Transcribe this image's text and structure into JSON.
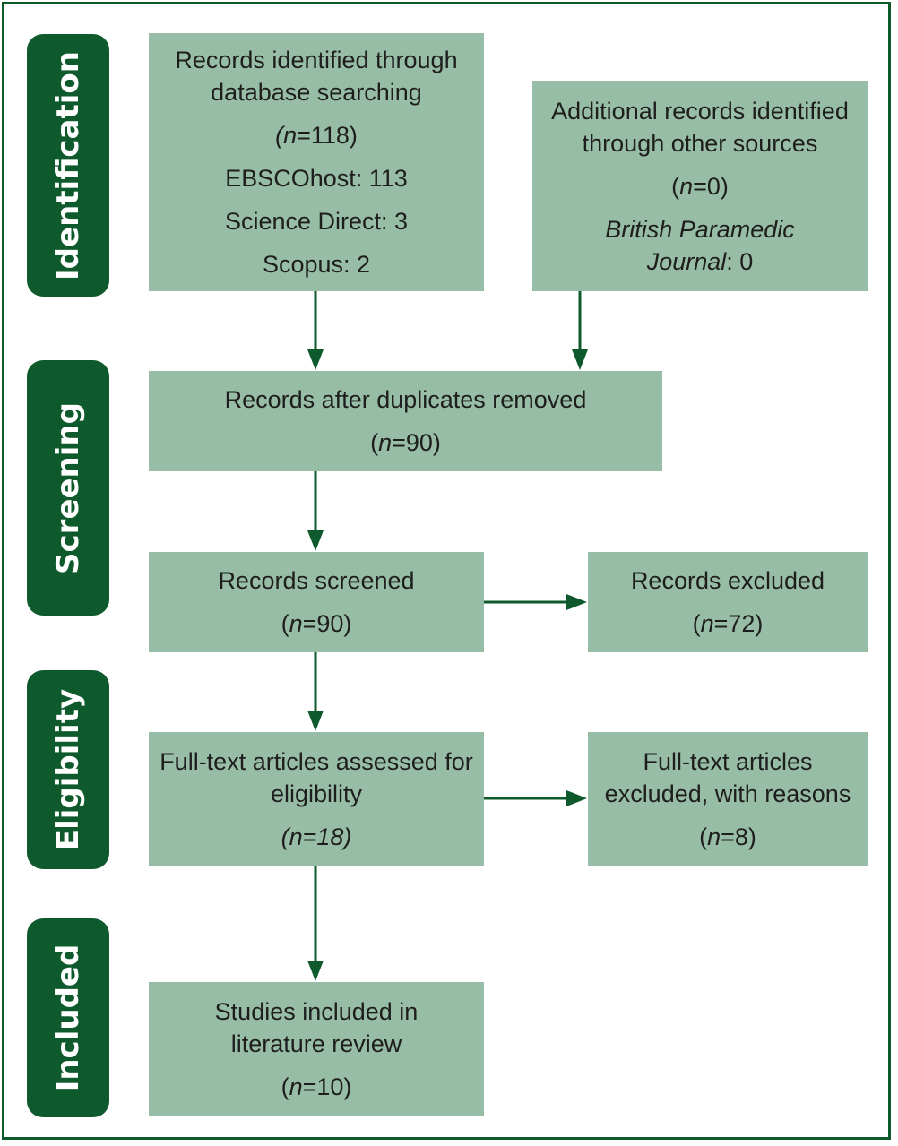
{
  "stages": {
    "identification": "Identification",
    "screening": "Screening",
    "eligibility": "Eligibility",
    "included": "Included"
  },
  "boxes": {
    "database": {
      "line1": "Records identified through",
      "line2": "database searching",
      "n_italic": "(n",
      "n_rest": "=118)",
      "source1": "EBSCOhost: 113",
      "source2": "Science Direct: 3",
      "source3": "Scopus: 2"
    },
    "other_sources": {
      "line1": "Additional records identified",
      "line2": "through other sources",
      "n_open": "(",
      "n_italic": "n",
      "n_rest": "=0)",
      "journal_line1": "British Paramedic",
      "journal_italic": "Journal",
      "journal_rest": ": 0"
    },
    "duplicates_removed": {
      "line1": "Records after duplicates removed",
      "n_open": "(",
      "n_italic": "n",
      "n_rest": "=90)"
    },
    "screened": {
      "line1": "Records screened",
      "n_open": "(",
      "n_italic": "n",
      "n_rest": "=90)"
    },
    "excluded": {
      "line1": "Records excluded",
      "n_open": "(",
      "n_italic": "n",
      "n_rest": "=72)"
    },
    "full_text": {
      "line1": "Full-text articles assessed for",
      "line2": "eligibility",
      "n_full": "(n=18)"
    },
    "full_text_excluded": {
      "line1": "Full-text articles",
      "line2": "excluded, with reasons",
      "n_open": "(",
      "n_italic": "n",
      "n_rest": "=8)"
    },
    "included": {
      "line1": "Studies included in",
      "line2": "literature review",
      "n_open": "(",
      "n_italic": "n",
      "n_rest": "=10)"
    }
  },
  "colors": {
    "dark_green": "#0f5a2c",
    "box_green": "#98bda6"
  }
}
